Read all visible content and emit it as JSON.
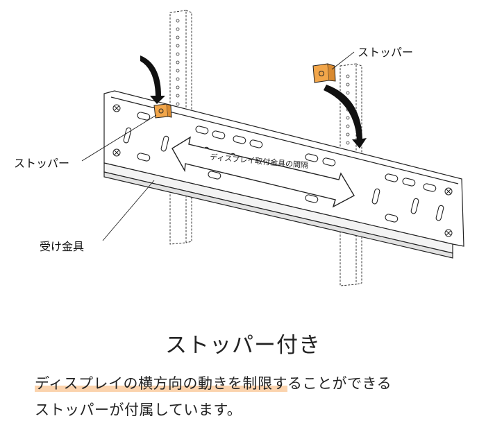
{
  "callouts": {
    "stopper_top_right": "ストッパー",
    "stopper_left": "ストッパー",
    "bracket": "受け金具"
  },
  "spacing_label": "ディスプレイ取付金具の間隔",
  "heading": "ストッパー付き",
  "description": {
    "highlighted": "ディスプレイの横方向の動きを制限す",
    "rest_line1": "ることができる",
    "line2": "ストッパーが付属しています。"
  },
  "colors": {
    "stopper": "#f2a64a",
    "highlight": "#fbd3ad",
    "line": "#222222"
  }
}
